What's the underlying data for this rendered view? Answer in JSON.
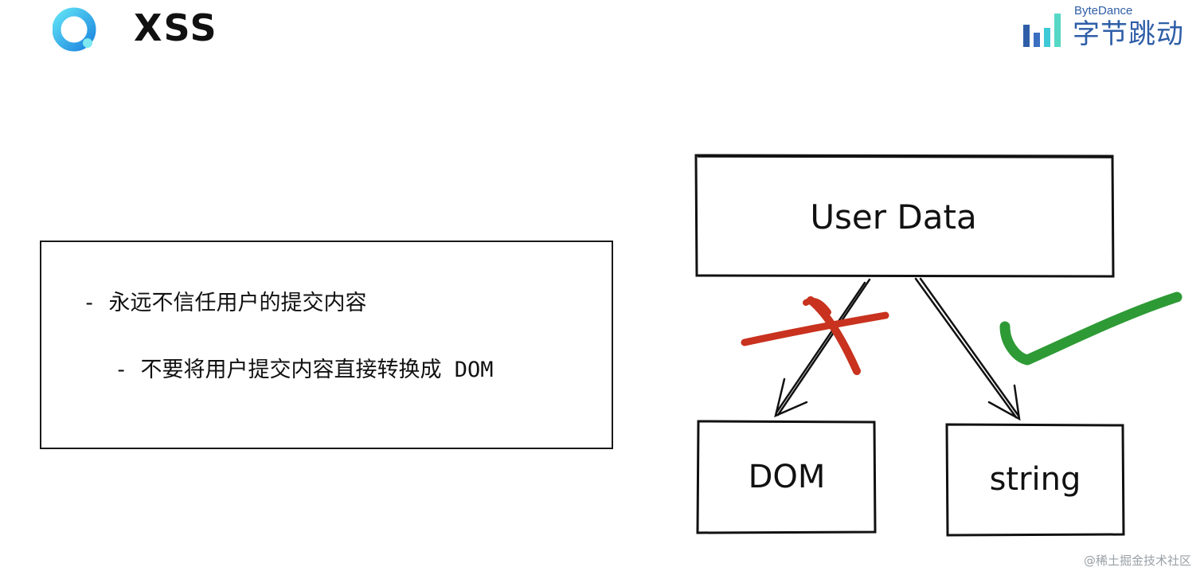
{
  "header": {
    "title": "XSS"
  },
  "brand": {
    "name_en": "ByteDance",
    "name_cn": "字节跳动"
  },
  "notes": {
    "items": [
      {
        "text": "- 永远不信任用户的提交内容"
      },
      {
        "text": "- 不要将用户提交内容直接转换成 DOM"
      }
    ]
  },
  "diagram": {
    "source": {
      "label": "User Data"
    },
    "targets": [
      {
        "label": "DOM",
        "mark": "cross-icon",
        "mark_color": "#c8321e"
      },
      {
        "label": "string",
        "mark": "check-icon",
        "mark_color": "#2e9a35"
      }
    ]
  },
  "watermark": "@稀土掘金技术社区",
  "colors": {
    "brand_blue": "#2f5ea8",
    "logo_cyan": "#1fb4e8",
    "cross_red": "#c8321e",
    "check_green": "#2e9a35"
  }
}
